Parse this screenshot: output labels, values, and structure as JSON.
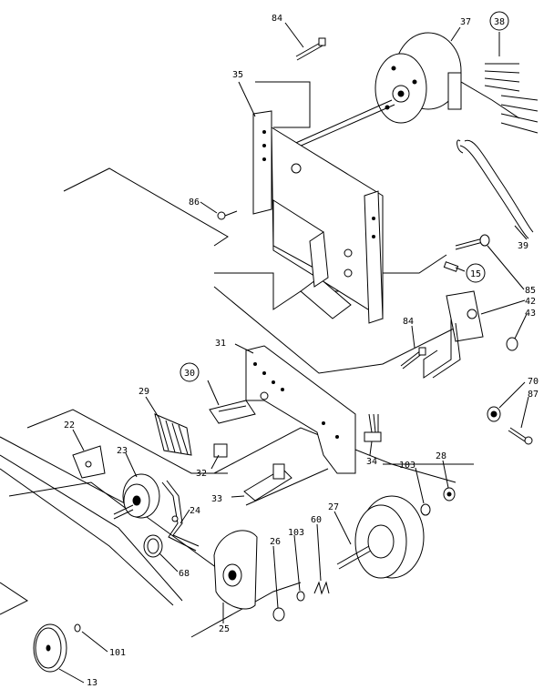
{
  "diagram": {
    "labels": {
      "p84a": "84",
      "p37": "37",
      "p38": "38",
      "p35": "35",
      "p86": "86",
      "p39": "39",
      "p85": "85",
      "p15": "15",
      "p42": "42",
      "p43": "43",
      "p84b": "84",
      "p31": "31",
      "p30": "30",
      "p29": "29",
      "p70": "70",
      "p87": "87",
      "p22": "22",
      "p23": "23",
      "p32": "32",
      "p34": "34",
      "p28": "28",
      "p103a": "103",
      "p33": "33",
      "p27": "27",
      "p60": "60",
      "p24": "24",
      "p26": "26",
      "p103b": "103",
      "p68": "68",
      "p25": "25",
      "p101": "101",
      "p13": "13"
    }
  }
}
